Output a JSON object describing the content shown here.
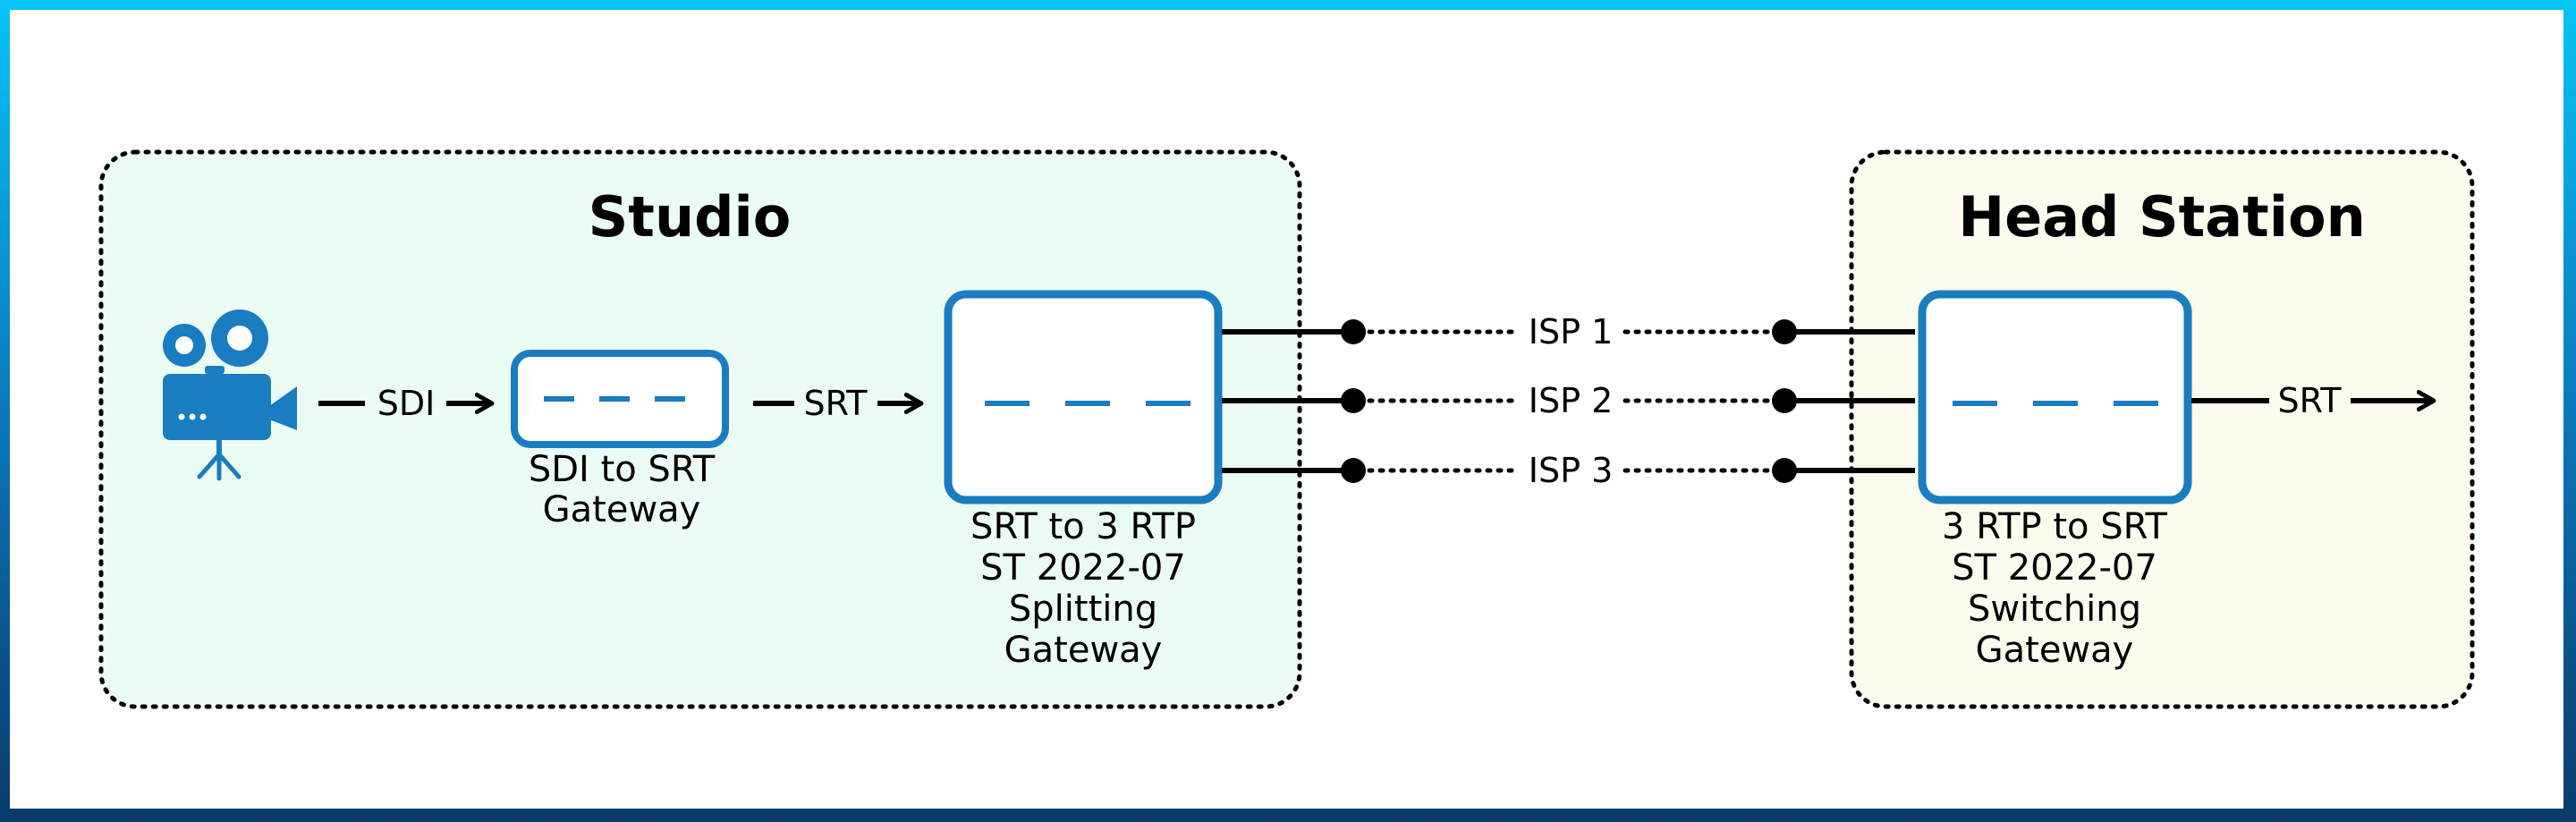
{
  "zones": {
    "studio": {
      "title": "Studio",
      "fill": "#ebfcf5"
    },
    "head_station": {
      "title": "Head Station",
      "fill": "#fdfaee"
    }
  },
  "devices": {
    "camera": {
      "icon": "video-camera-icon"
    },
    "gateway1": {
      "caption": [
        "SDI to SRT",
        "Gateway"
      ]
    },
    "gateway2": {
      "caption": [
        "SRT to 3 RTP",
        "ST 2022-07",
        "Splitting",
        "Gateway"
      ]
    },
    "gateway3": {
      "caption": [
        "3 RTP to SRT",
        "ST 2022-07",
        "Switching",
        "Gateway"
      ]
    }
  },
  "links": {
    "sdi": "SDI",
    "srt_in": "SRT",
    "isp1": "ISP 1",
    "isp2": "ISP 2",
    "isp3": "ISP 3",
    "srt_out": "SRT"
  },
  "colors": {
    "device_blue": "#1a7cc1",
    "frame_top": "#08c4f6",
    "frame_bottom": "#0a3a6c",
    "line": "#000000"
  }
}
